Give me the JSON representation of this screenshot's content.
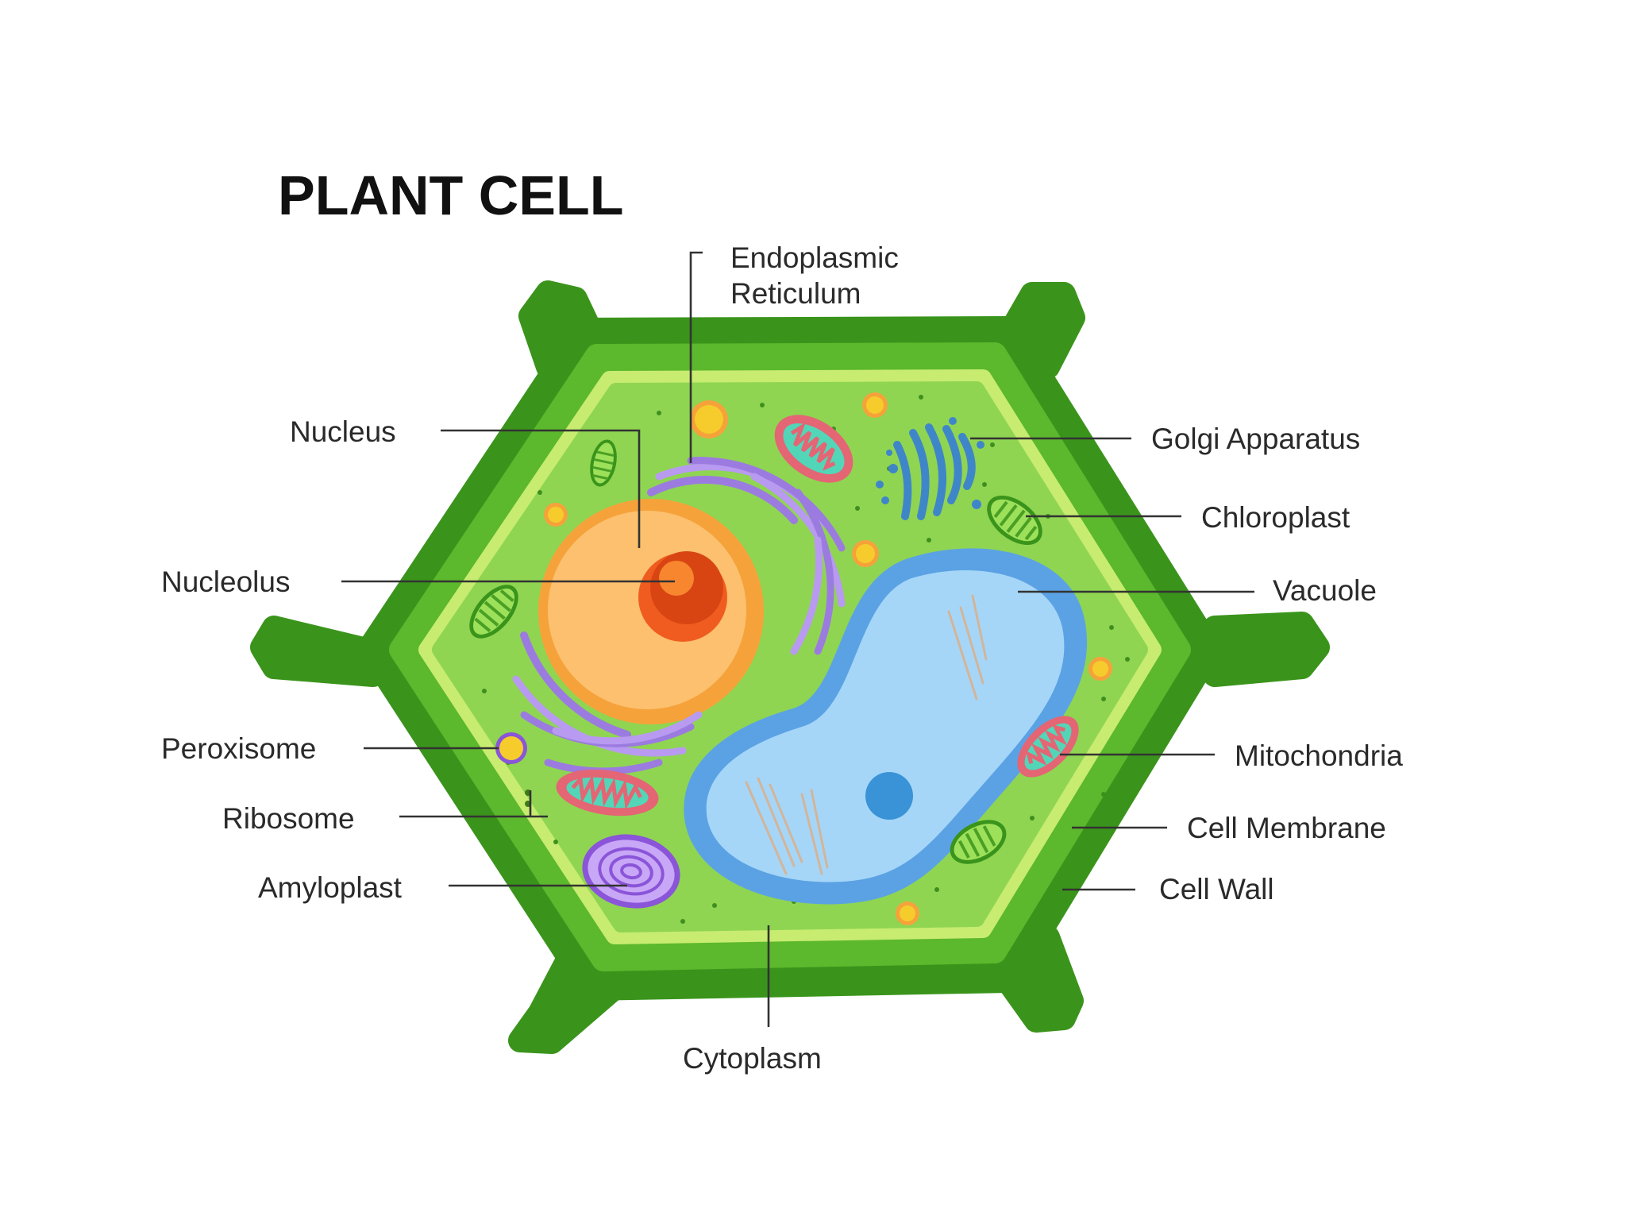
{
  "title": "PLANT CELL",
  "labels": {
    "endoplasmic_line1": "Endoplasmic",
    "endoplasmic_line2": "Reticulum",
    "nucleus": "Nucleus",
    "nucleolus": "Nucleolus",
    "peroxisome": "Peroxisome",
    "ribosome": "Ribosome",
    "amyloplast": "Amyloplast",
    "golgi": "Golgi Apparatus",
    "chloroplast": "Chloroplast",
    "vacuole": "Vacuole",
    "mitochondria": "Mitochondria",
    "cell_membrane": "Cell Membrane",
    "cell_wall": "Cell Wall",
    "cytoplasm": "Cytoplasm"
  },
  "colors": {
    "cell_wall_dark": "#3a941b",
    "cell_wall_light": "#5cb82c",
    "cell_membrane": "#c7ec70",
    "cytoplasm": "#8fd552",
    "nucleus": "#f7b53c",
    "nucleolus": "#e8501a",
    "vacuole": "#6fb4ef",
    "er": "#b89af0",
    "golgi": "#3f86c9",
    "mitochondria": "#e87180",
    "chloroplast": "#76c22e",
    "peroxisome": "#f6cc2c"
  }
}
